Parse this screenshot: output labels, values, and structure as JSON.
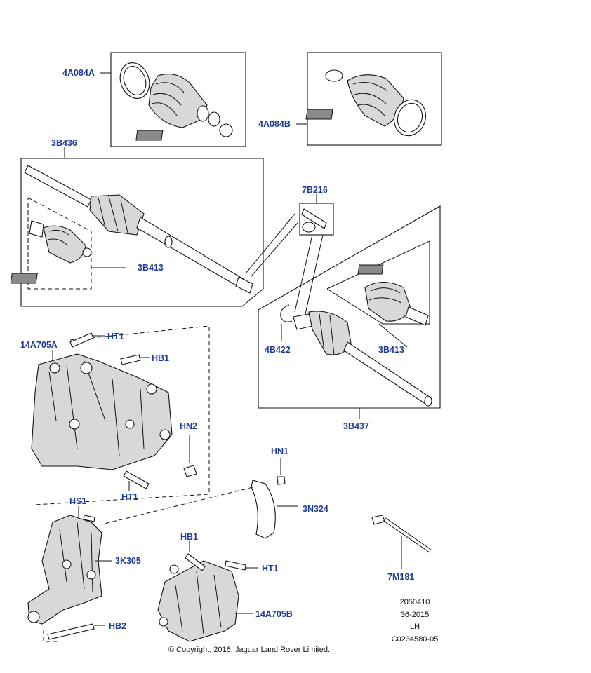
{
  "callouts": {
    "boot_kit_a": "4A084A",
    "boot_kit_b": "4A084B",
    "halfshaft_lh": "3B436",
    "outer_joint_lh": "3B413",
    "seal_kit": "7B216",
    "halfshaft_rh": "3B437",
    "outer_joint_rh": "3B413",
    "circlip": "4B422",
    "bracket_a": "14A705A",
    "bolt_ht1_top": "HT1",
    "bolt_hb1_top": "HB1",
    "nut_hn2": "HN2",
    "bolt_ht1_bottom": "HT1",
    "nut_hn1": "HN1",
    "strap": "3N324",
    "stud_hs1": "HS1",
    "support_bracket": "3K305",
    "bolt_hb2": "HB2",
    "bolt_hb1_bottom": "HB1",
    "bolt_ht1_right": "HT1",
    "bracket_b": "14A705B",
    "cable_tie": "7M181"
  },
  "reference": {
    "line1": "2050410",
    "line2": "36-2015",
    "line3": "LH",
    "line4": "C0234580-05"
  },
  "copyright": "© Copyright, 2016. Jaguar Land Rover Limited."
}
